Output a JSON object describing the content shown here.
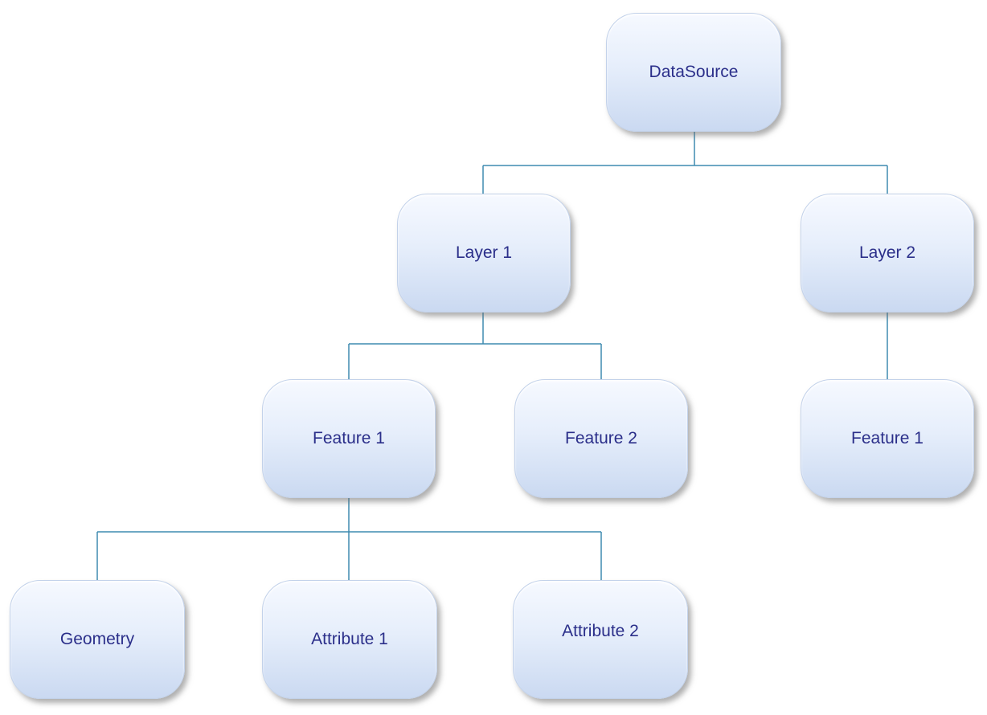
{
  "colors": {
    "connector": "#3f8bb0",
    "node_text": "#2b2f8a",
    "node_fill_top": "#f6f9ff",
    "node_fill_bottom": "#cad9f1"
  },
  "nodes": {
    "datasource": "DataSource",
    "layer1": "Layer 1",
    "layer2": "Layer 2",
    "layer1_feature1": "Feature 1",
    "layer1_feature2": "Feature 2",
    "layer2_feature1": "Feature 1",
    "geometry": "Geometry",
    "attribute1": "Attribute 1",
    "attribute2": "Attribute 2"
  }
}
